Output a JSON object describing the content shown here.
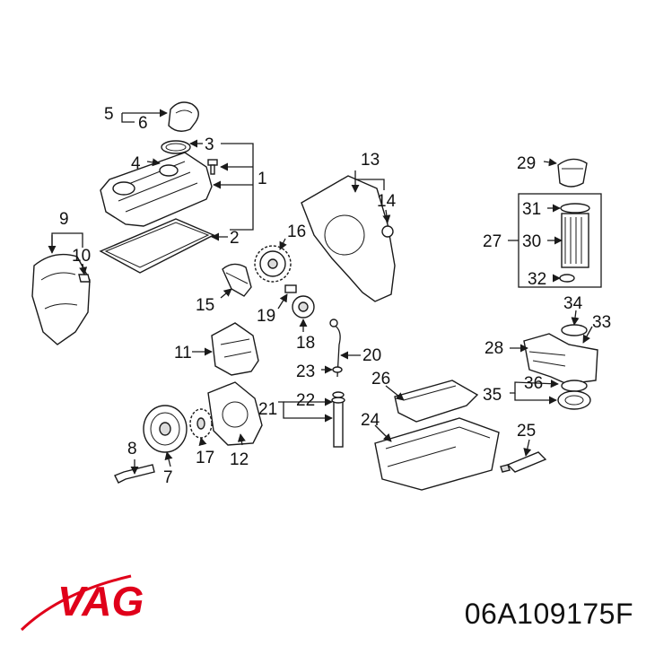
{
  "brand": {
    "logo_text": "VAG",
    "logo_color": "#e0001a"
  },
  "part_number": "06A109175F",
  "callouts": [
    {
      "id": "c1",
      "label": "1"
    },
    {
      "id": "c2",
      "label": "2"
    },
    {
      "id": "c3",
      "label": "3"
    },
    {
      "id": "c4",
      "label": "4"
    },
    {
      "id": "c5",
      "label": "5"
    },
    {
      "id": "c6",
      "label": "6"
    },
    {
      "id": "c7",
      "label": "7"
    },
    {
      "id": "c8",
      "label": "8"
    },
    {
      "id": "c9",
      "label": "9"
    },
    {
      "id": "c10",
      "label": "10"
    },
    {
      "id": "c11",
      "label": "11"
    },
    {
      "id": "c12",
      "label": "12"
    },
    {
      "id": "c13",
      "label": "13"
    },
    {
      "id": "c14",
      "label": "14"
    },
    {
      "id": "c15",
      "label": "15"
    },
    {
      "id": "c16",
      "label": "16"
    },
    {
      "id": "c17",
      "label": "17"
    },
    {
      "id": "c18",
      "label": "18"
    },
    {
      "id": "c19",
      "label": "19"
    },
    {
      "id": "c20",
      "label": "20"
    },
    {
      "id": "c21",
      "label": "21"
    },
    {
      "id": "c22",
      "label": "22"
    },
    {
      "id": "c23",
      "label": "23"
    },
    {
      "id": "c24",
      "label": "24"
    },
    {
      "id": "c25",
      "label": "25"
    },
    {
      "id": "c26",
      "label": "26"
    },
    {
      "id": "c27",
      "label": "27"
    },
    {
      "id": "c28",
      "label": "28"
    },
    {
      "id": "c29",
      "label": "29"
    },
    {
      "id": "c30",
      "label": "30"
    },
    {
      "id": "c31",
      "label": "31"
    },
    {
      "id": "c32",
      "label": "32"
    },
    {
      "id": "c33",
      "label": "33"
    },
    {
      "id": "c34",
      "label": "34"
    },
    {
      "id": "c35",
      "label": "35"
    },
    {
      "id": "c36",
      "label": "36"
    }
  ]
}
